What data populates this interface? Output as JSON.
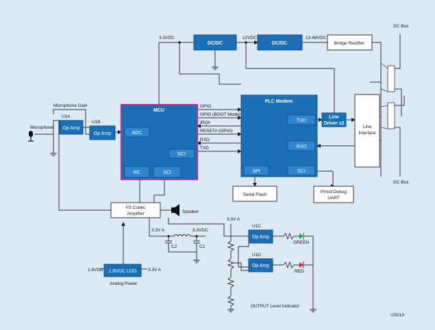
{
  "blocks": {
    "dcdc1": "DC/DC",
    "dcdc2": "DC/DC",
    "bridge_rectifier": "Bridge Rectifier",
    "mcu": "MCU",
    "mcu_adc": "ADC",
    "mcu_sci_right": "SCI",
    "mcu_pc": "PC",
    "mcu_sci_bottom": "SCI",
    "plc_modem": "PLC Modem",
    "plc_txd": "TXD",
    "plc_rxd": "RXD",
    "plc_spi": "SPI",
    "plc_sci": "SCI",
    "line_driver_line1": "Line",
    "line_driver_line2": "Driver x2",
    "line_interface_line1": "Line",
    "line_interface_line2": "Interface",
    "serial_flash": "Serial Flash",
    "pmod_line1": "Pmod Debug",
    "pmod_line2": "UART",
    "op_amp_u1a": "Op Amp",
    "op_amp_u1b": "Op Amp",
    "codec_line1": "I²S Codec",
    "codec_line2": "Amplifier",
    "ldo": "1.8VDC LDO",
    "op_amp_u1c": "Op Amp",
    "op_amp_u1d": "Op Amp"
  },
  "labels": {
    "v33dc": "3.3VDC",
    "v12dc": "12VDC",
    "v13_48dc": "13-48VDC",
    "dc_bus_top": "DC Bus",
    "dc_bus_bottom": "DC Bus",
    "microphone_gain": "Microphone Gain",
    "u1a": "U1A",
    "u1b": "U1B",
    "microphone": "Microphone",
    "speaker": "Speaker",
    "v33a_codec": "3.3V A",
    "v33dc_filter": "3.3VDC",
    "c2": "C2",
    "c1": "C1",
    "v33a_ladder": "3.3V A",
    "u1c": "U1C",
    "u1d": "U1D",
    "green": "GREEN",
    "red": "RED",
    "v18dc": "1.8VDC",
    "v33a_ldo": "3.3V A",
    "analog_power": "Analog Power",
    "output_level": "OUTPUT Level Indicator",
    "figure_id": "US013"
  },
  "signals": [
    "GPIO",
    "GPIO (BOOT Mode)",
    "IRQ#",
    "RESET# (GPIO)",
    "RXD",
    "TXD"
  ],
  "colors": {
    "background": "#dceaf5",
    "block": "#1a6fb5",
    "mcu_border": "#b5318e",
    "led_green": "#2e9e3a",
    "led_red": "#d42a2a"
  }
}
